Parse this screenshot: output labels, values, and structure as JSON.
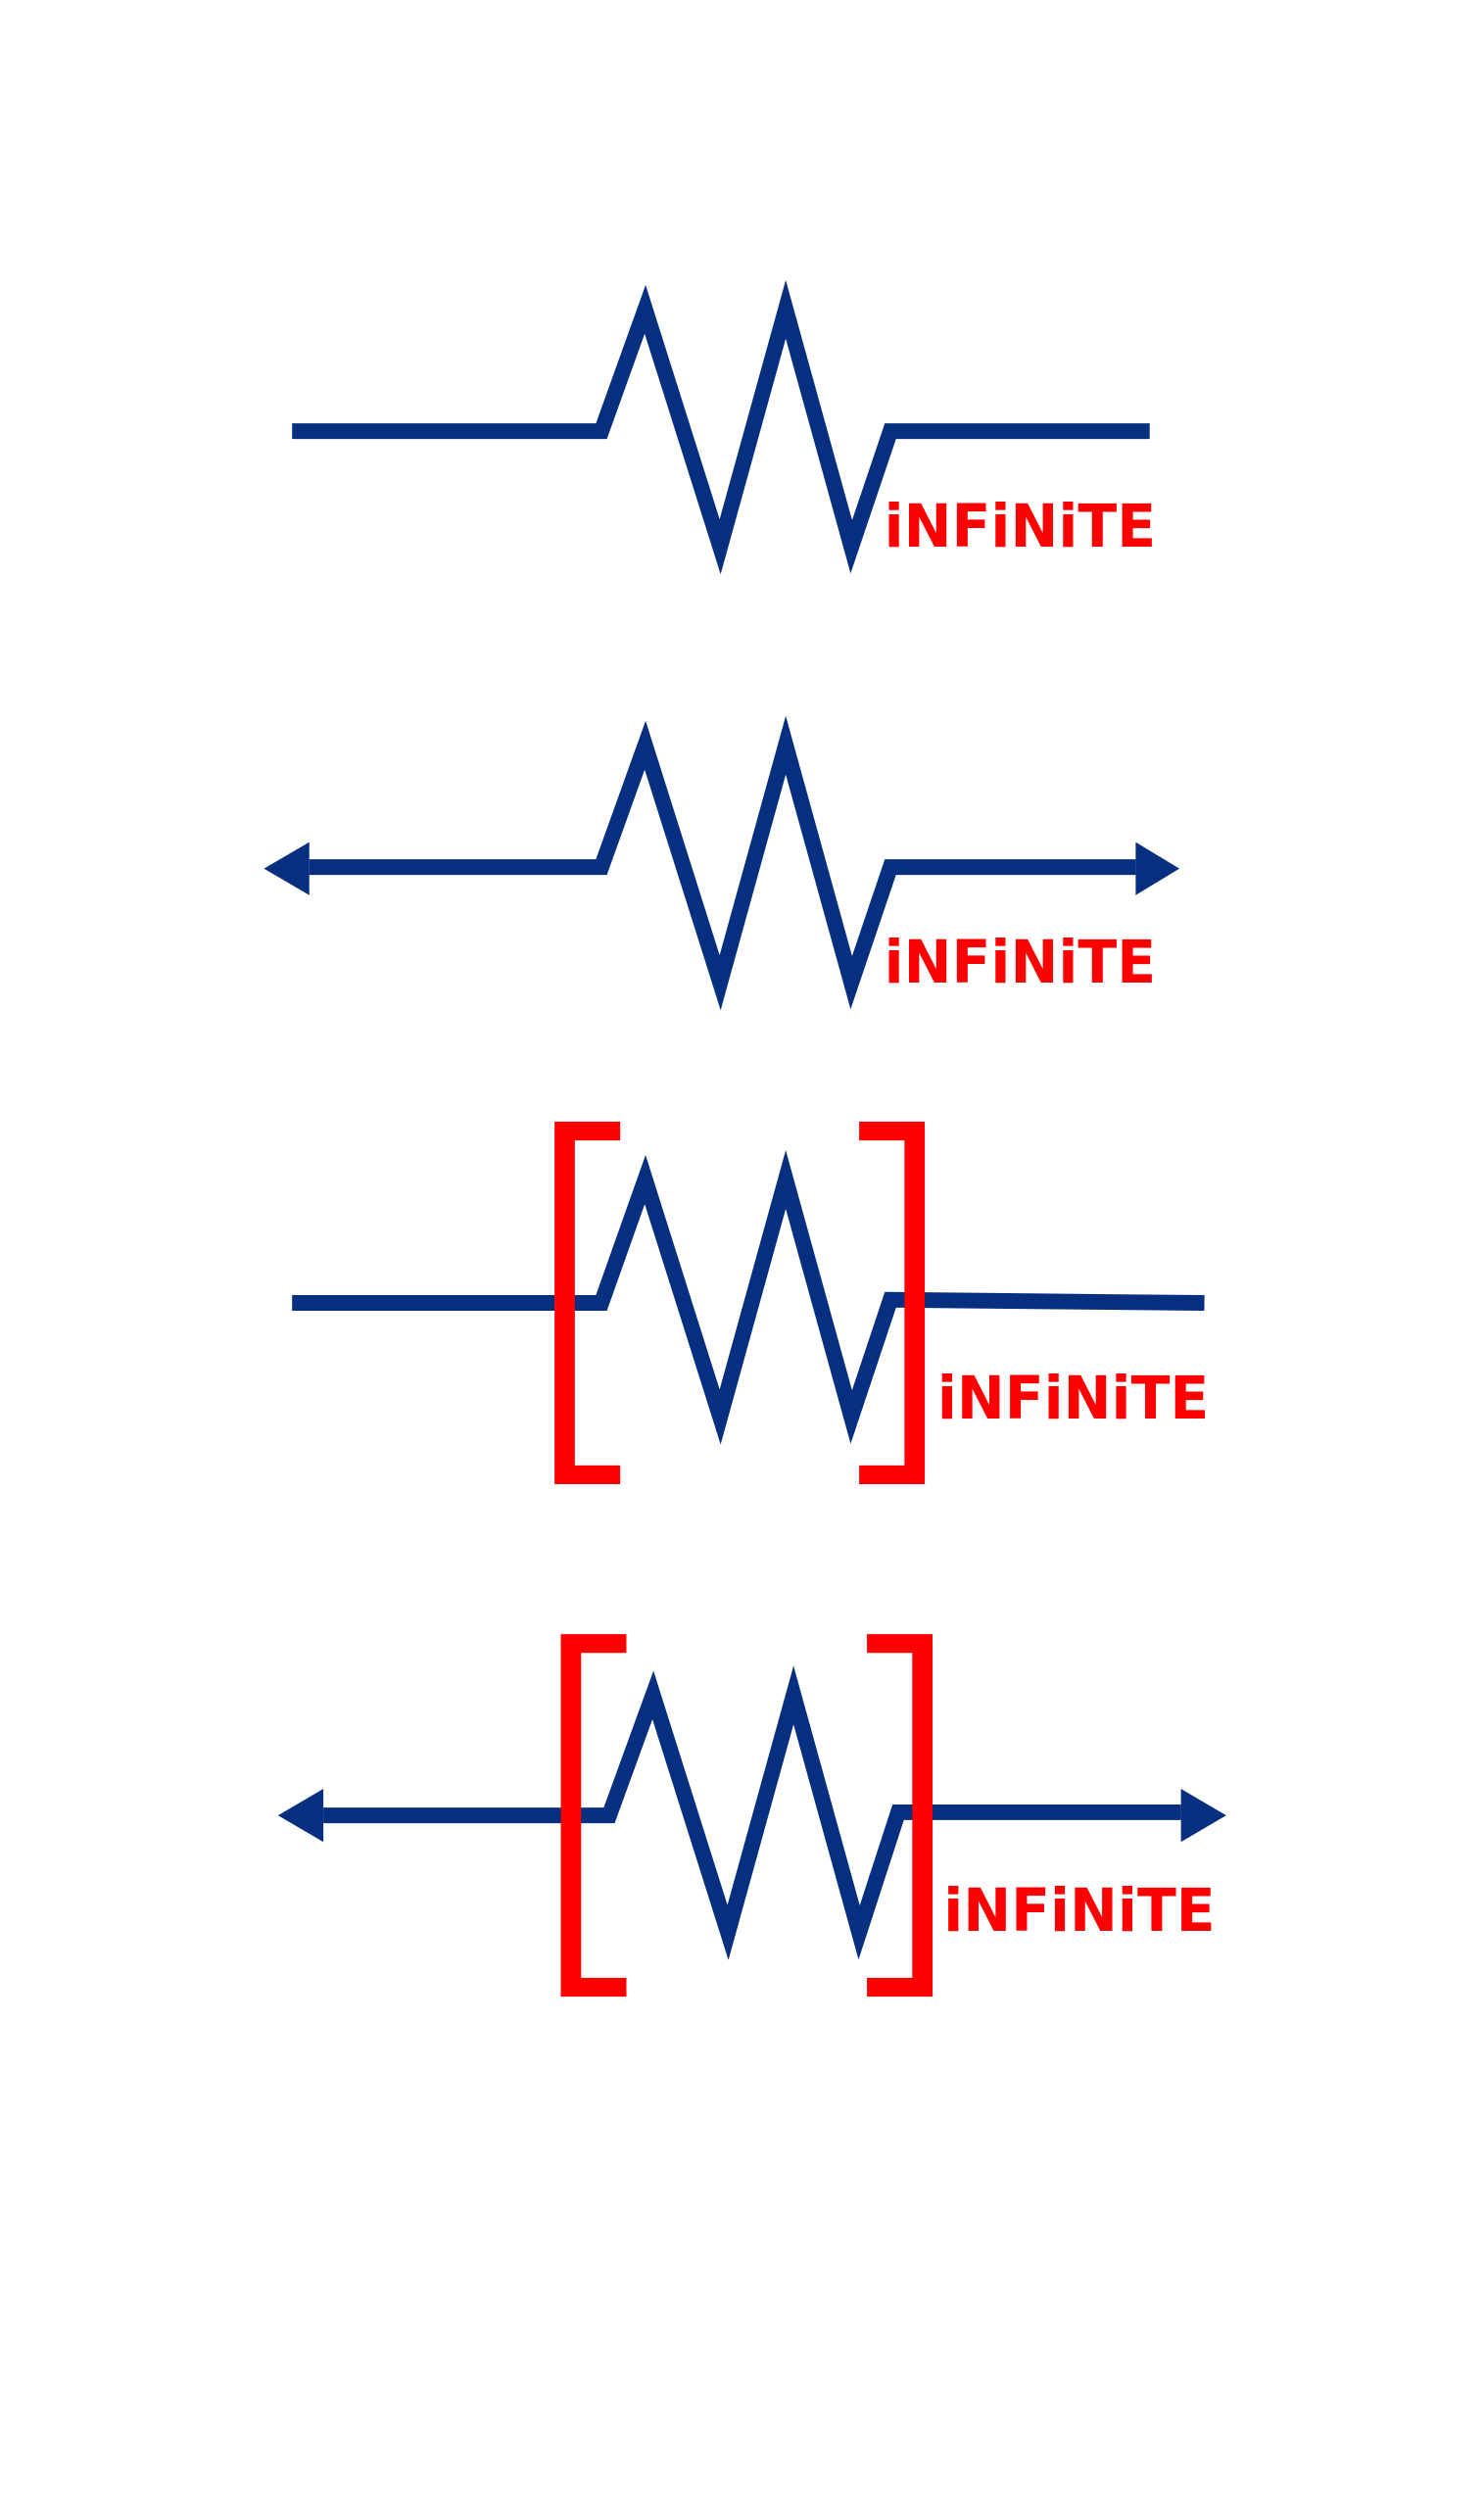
{
  "brand": {
    "name": "iNFiNiTE",
    "colors": {
      "wave": "#06307f",
      "text": "#ff0000",
      "bracket": "#ff0000",
      "background": "#ffffff"
    }
  },
  "variants": [
    {
      "id": "plain",
      "label": "iNFiNiTE",
      "arrows": false,
      "brackets": false
    },
    {
      "id": "arrows",
      "label": "iNFiNiTE",
      "arrows": true,
      "brackets": false
    },
    {
      "id": "brackets",
      "label": "iNFiNiTE",
      "arrows": false,
      "brackets": true
    },
    {
      "id": "brackets-arrows",
      "label": "iNFiNiTE",
      "arrows": true,
      "brackets": true
    }
  ]
}
